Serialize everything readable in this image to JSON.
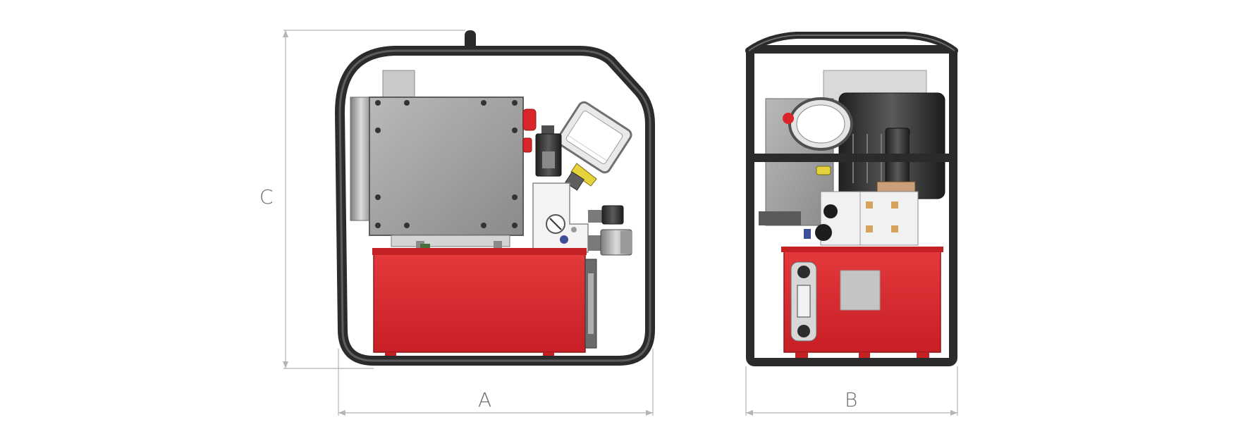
{
  "dimensions": {
    "a_label": "A",
    "b_label": "B",
    "c_label": "C"
  },
  "colors": {
    "tank_red": "#d8262b",
    "frame_dark": "#2d2d2d",
    "motor_gray": "#a4a4a4",
    "dimension_line": "#b5b5b5",
    "dimension_text": "#6d6d6d"
  }
}
